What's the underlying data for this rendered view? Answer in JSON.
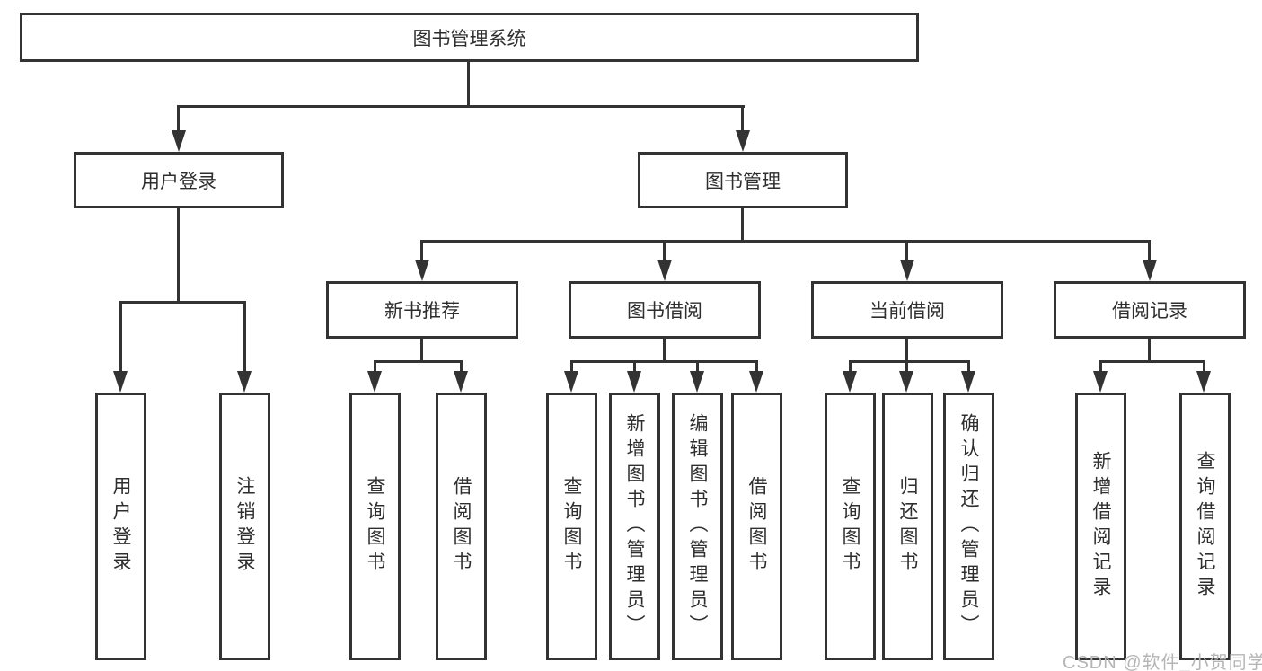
{
  "diagram": {
    "root": {
      "label": "图书管理系统"
    },
    "level2": [
      {
        "label": "用户登录"
      },
      {
        "label": "图书管理"
      }
    ],
    "level3": [
      {
        "label": "新书推荐"
      },
      {
        "label": "图书借阅"
      },
      {
        "label": "当前借阅"
      },
      {
        "label": "借阅记录"
      }
    ],
    "leaves": {
      "g1": [
        "用户登录",
        "注销登录"
      ],
      "g2": [
        "查询图书",
        "借阅图书"
      ],
      "g3": [
        "查询图书",
        "新增图书（管理员）",
        "编辑图书（管理员）",
        "借阅图书"
      ],
      "g4": [
        "查询图书",
        "归还图书",
        "确认归还（管理员）"
      ],
      "g5": [
        "新增借阅记录",
        "查询借阅记录"
      ]
    }
  },
  "watermark": {
    "text": "CSDN @软件_小贺同学",
    "color": "#b5b5b5"
  },
  "colors": {
    "line": "#333333",
    "box_background": "#ffffff",
    "text": "#2e2e2e",
    "page_background": "#ffffff"
  }
}
